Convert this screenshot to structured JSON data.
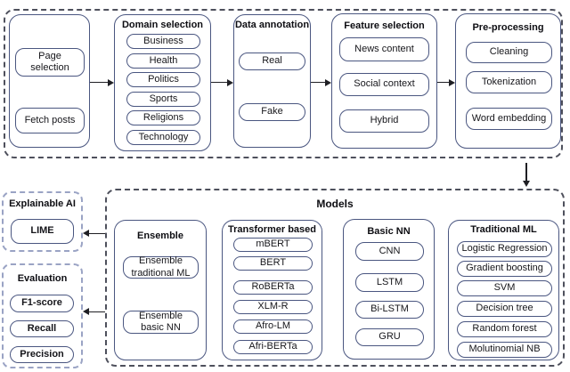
{
  "pipeline": {
    "source": {
      "items": [
        "Page\nselection",
        "Fetch posts"
      ]
    },
    "domain": {
      "title": "Domain selection",
      "items": [
        "Business",
        "Health",
        "Politics",
        "Sports",
        "Religions",
        "Technology"
      ]
    },
    "annotation": {
      "title": "Data annotation",
      "items": [
        "Real",
        "Fake"
      ]
    },
    "feature": {
      "title": "Feature selection",
      "items": [
        "News content",
        "Social context",
        "Hybrid"
      ]
    },
    "preprocessing": {
      "title": "Pre-processing",
      "items": [
        "Cleaning",
        "Tokenization",
        "Word embedding"
      ]
    }
  },
  "models": {
    "title": "Models",
    "ensemble": {
      "title": "Ensemble",
      "items": [
        "Ensemble\ntraditional ML",
        "Ensemble\nbasic NN"
      ]
    },
    "transformer": {
      "title": "Transformer based",
      "items": [
        "mBERT",
        "BERT",
        "RoBERTa",
        "XLM-R",
        "Afro-LM",
        "Afri-BERTa"
      ]
    },
    "basic_nn": {
      "title": "Basic NN",
      "items": [
        "CNN",
        "LSTM",
        "Bi-LSTM",
        "GRU"
      ]
    },
    "traditional_ml": {
      "title": "Traditional ML",
      "items": [
        "Logistic Regression",
        "Gradient boosting",
        "SVM",
        "Decision tree",
        "Random forest",
        "Molutinomial NB"
      ]
    }
  },
  "explainable_ai": {
    "title": "Explainable AI",
    "items": [
      "LIME"
    ]
  },
  "evaluation": {
    "title": "Evaluation",
    "items": [
      "F1-score",
      "Recall",
      "Precision"
    ]
  },
  "colors": {
    "node_border": "#4a5680",
    "container_dash": "#4e505c",
    "panel_dash": "#9aa3c4",
    "arrow": "#1f1f24"
  }
}
